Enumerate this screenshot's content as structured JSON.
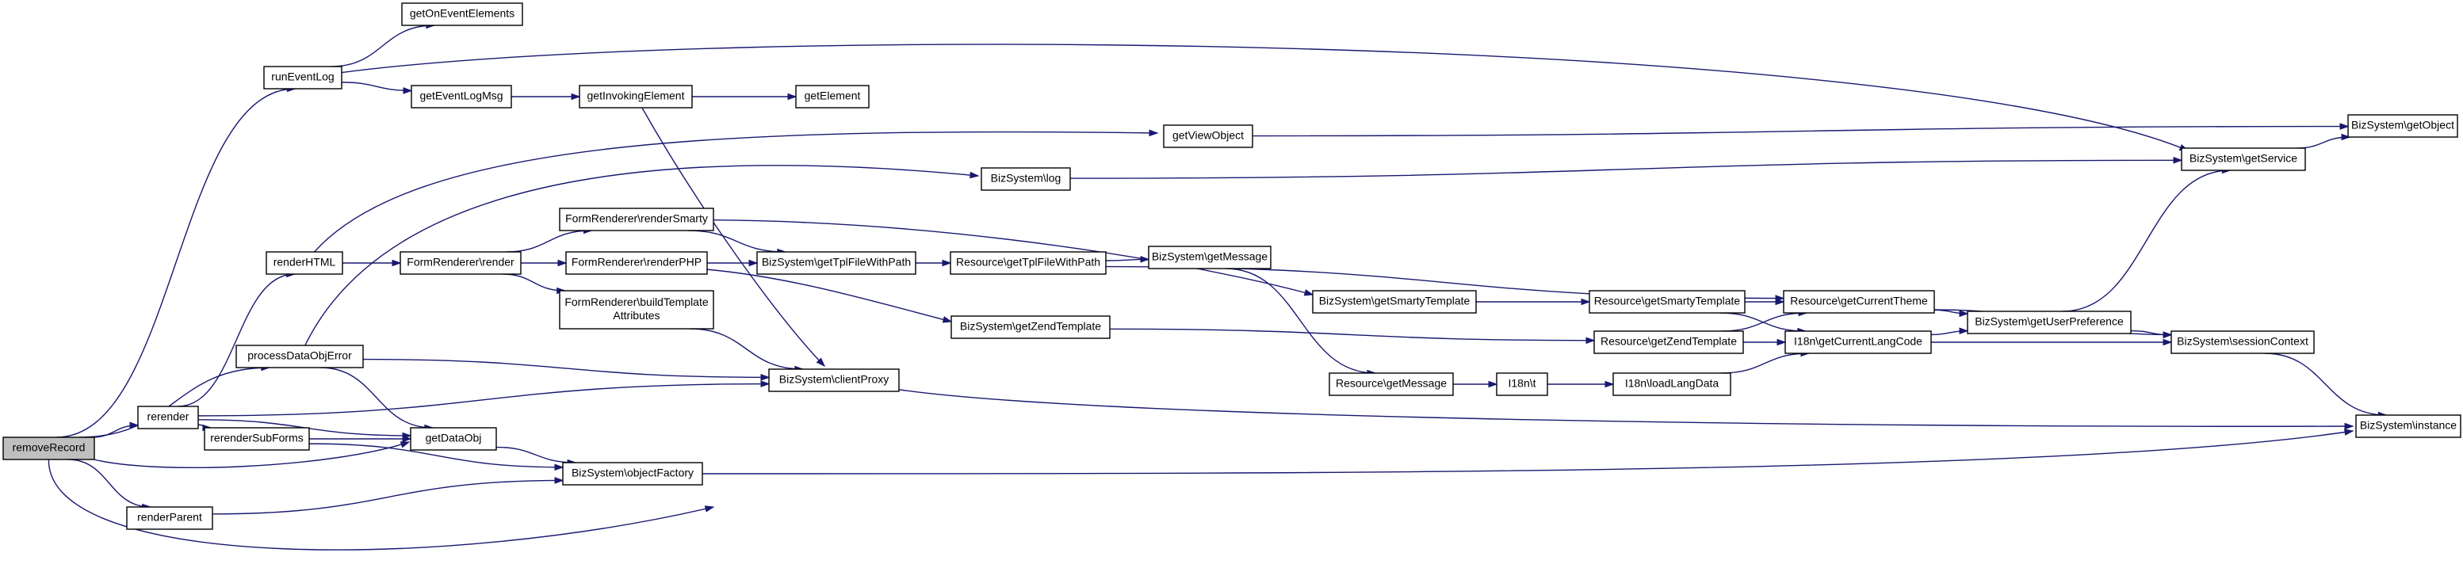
{
  "graph": {
    "kind": "call-graph",
    "colors": {
      "edge": "#191970",
      "root_fill": "#bfbfbf",
      "node_fill": "#ffffff",
      "node_border": "#000000"
    },
    "nodes": [
      {
        "id": "removeRecord",
        "lines": [
          "removeRecord"
        ],
        "root": true
      },
      {
        "id": "runEventLog",
        "lines": [
          "runEventLog"
        ]
      },
      {
        "id": "getOnEventElements",
        "lines": [
          "getOnEventElements"
        ]
      },
      {
        "id": "getEventLogMsg",
        "lines": [
          "getEventLogMsg"
        ]
      },
      {
        "id": "getInvokingElement",
        "lines": [
          "getInvokingElement"
        ]
      },
      {
        "id": "getElement",
        "lines": [
          "getElement"
        ]
      },
      {
        "id": "getViewObject",
        "lines": [
          "getViewObject"
        ]
      },
      {
        "id": "BizSystem_getObject",
        "lines": [
          "BizSystem\\getObject"
        ]
      },
      {
        "id": "BizSystem_log",
        "lines": [
          "BizSystem\\log"
        ]
      },
      {
        "id": "BizSystem_getService",
        "lines": [
          "BizSystem\\getService"
        ]
      },
      {
        "id": "renderHTML",
        "lines": [
          "renderHTML"
        ]
      },
      {
        "id": "FormRenderer_render",
        "lines": [
          "FormRenderer\\render"
        ]
      },
      {
        "id": "FormRenderer_renderSmarty",
        "lines": [
          "FormRenderer\\renderSmarty"
        ]
      },
      {
        "id": "FormRenderer_renderPHP",
        "lines": [
          "FormRenderer\\renderPHP"
        ]
      },
      {
        "id": "FormRenderer_buildTemplateAttributes",
        "lines": [
          "FormRenderer\\buildTemplate",
          "Attributes"
        ]
      },
      {
        "id": "BizSystem_getTplFileWithPath",
        "lines": [
          "BizSystem\\getTplFileWithPath"
        ]
      },
      {
        "id": "Resource_getTplFileWithPath",
        "lines": [
          "Resource\\getTplFileWithPath"
        ]
      },
      {
        "id": "BizSystem_getMessage",
        "lines": [
          "BizSystem\\getMessage"
        ]
      },
      {
        "id": "BizSystem_getSmartyTemplate",
        "lines": [
          "BizSystem\\getSmartyTemplate"
        ]
      },
      {
        "id": "Resource_getSmartyTemplate",
        "lines": [
          "Resource\\getSmartyTemplate"
        ]
      },
      {
        "id": "Resource_getCurrentTheme",
        "lines": [
          "Resource\\getCurrentTheme"
        ]
      },
      {
        "id": "BizSystem_getUserPreference",
        "lines": [
          "BizSystem\\getUserPreference"
        ]
      },
      {
        "id": "BizSystem_sessionContext",
        "lines": [
          "BizSystem\\sessionContext"
        ]
      },
      {
        "id": "BizSystem_getZendTemplate",
        "lines": [
          "BizSystem\\getZendTemplate"
        ]
      },
      {
        "id": "Resource_getZendTemplate",
        "lines": [
          "Resource\\getZendTemplate"
        ]
      },
      {
        "id": "I18n_getCurrentLangCode",
        "lines": [
          "I18n\\getCurrentLangCode"
        ]
      },
      {
        "id": "processDataObjError",
        "lines": [
          "processDataObjError"
        ]
      },
      {
        "id": "BizSystem_clientProxy",
        "lines": [
          "BizSystem\\clientProxy"
        ]
      },
      {
        "id": "Resource_getMessage",
        "lines": [
          "Resource\\getMessage"
        ]
      },
      {
        "id": "I18n_t",
        "lines": [
          "I18n\\t"
        ]
      },
      {
        "id": "I18n_loadLangData",
        "lines": [
          "I18n\\loadLangData"
        ]
      },
      {
        "id": "rerender",
        "lines": [
          "rerender"
        ]
      },
      {
        "id": "rerenderSubForms",
        "lines": [
          "rerenderSubForms"
        ]
      },
      {
        "id": "getDataObj",
        "lines": [
          "getDataObj"
        ]
      },
      {
        "id": "BizSystem_objectFactory",
        "lines": [
          "BizSystem\\objectFactory"
        ]
      },
      {
        "id": "BizSystem_instance",
        "lines": [
          "BizSystem\\instance"
        ]
      },
      {
        "id": "renderParent",
        "lines": [
          "renderParent"
        ]
      }
    ],
    "edges": [
      [
        "removeRecord",
        "runEventLog"
      ],
      [
        "removeRecord",
        "processDataObjError"
      ],
      [
        "removeRecord",
        "rerender"
      ],
      [
        "removeRecord",
        "getDataObj"
      ],
      [
        "removeRecord",
        "renderParent"
      ],
      [
        "removeRecord",
        "BizSystem_clientProxy"
      ],
      [
        "runEventLog",
        "getOnEventElements"
      ],
      [
        "runEventLog",
        "getEventLogMsg"
      ],
      [
        "runEventLog",
        "BizSystem_getService"
      ],
      [
        "getEventLogMsg",
        "getInvokingElement"
      ],
      [
        "getInvokingElement",
        "getElement"
      ],
      [
        "getInvokingElement",
        "BizSystem_clientProxy"
      ],
      [
        "getViewObject",
        "BizSystem_getObject"
      ],
      [
        "BizSystem_log",
        "BizSystem_getService"
      ],
      [
        "BizSystem_getService",
        "BizSystem_getObject"
      ],
      [
        "renderHTML",
        "getViewObject"
      ],
      [
        "renderHTML",
        "FormRenderer_render"
      ],
      [
        "FormRenderer_render",
        "FormRenderer_renderSmarty"
      ],
      [
        "FormRenderer_render",
        "FormRenderer_renderPHP"
      ],
      [
        "FormRenderer_render",
        "FormRenderer_buildTemplateAttributes"
      ],
      [
        "FormRenderer_renderSmarty",
        "BizSystem_getTplFileWithPath"
      ],
      [
        "FormRenderer_renderSmarty",
        "BizSystem_getSmartyTemplate"
      ],
      [
        "FormRenderer_renderPHP",
        "BizSystem_getTplFileWithPath"
      ],
      [
        "FormRenderer_renderPHP",
        "BizSystem_getZendTemplate"
      ],
      [
        "FormRenderer_buildTemplateAttributes",
        "BizSystem_clientProxy"
      ],
      [
        "BizSystem_getTplFileWithPath",
        "Resource_getTplFileWithPath"
      ],
      [
        "Resource_getTplFileWithPath",
        "BizSystem_getMessage"
      ],
      [
        "Resource_getTplFileWithPath",
        "Resource_getCurrentTheme"
      ],
      [
        "BizSystem_getMessage",
        "Resource_getMessage"
      ],
      [
        "BizSystem_getSmartyTemplate",
        "Resource_getSmartyTemplate"
      ],
      [
        "Resource_getSmartyTemplate",
        "Resource_getCurrentTheme"
      ],
      [
        "Resource_getSmartyTemplate",
        "I18n_getCurrentLangCode"
      ],
      [
        "Resource_getCurrentTheme",
        "BizSystem_getUserPreference"
      ],
      [
        "Resource_getCurrentTheme",
        "BizSystem_sessionContext"
      ],
      [
        "BizSystem_getUserPreference",
        "BizSystem_getService"
      ],
      [
        "BizSystem_getUserPreference",
        "BizSystem_sessionContext"
      ],
      [
        "BizSystem_sessionContext",
        "BizSystem_instance"
      ],
      [
        "BizSystem_getZendTemplate",
        "Resource_getZendTemplate"
      ],
      [
        "Resource_getZendTemplate",
        "Resource_getCurrentTheme"
      ],
      [
        "Resource_getZendTemplate",
        "I18n_getCurrentLangCode"
      ],
      [
        "I18n_getCurrentLangCode",
        "BizSystem_getUserPreference"
      ],
      [
        "I18n_getCurrentLangCode",
        "BizSystem_sessionContext"
      ],
      [
        "processDataObjError",
        "BizSystem_log"
      ],
      [
        "processDataObjError",
        "BizSystem_clientProxy"
      ],
      [
        "processDataObjError",
        "getDataObj"
      ],
      [
        "BizSystem_clientProxy",
        "BizSystem_instance"
      ],
      [
        "Resource_getMessage",
        "I18n_t"
      ],
      [
        "I18n_t",
        "I18n_loadLangData"
      ],
      [
        "I18n_loadLangData",
        "I18n_getCurrentLangCode"
      ],
      [
        "rerender",
        "renderHTML"
      ],
      [
        "rerender",
        "rerenderSubForms"
      ],
      [
        "rerender",
        "getDataObj"
      ],
      [
        "rerender",
        "BizSystem_clientProxy"
      ],
      [
        "rerenderSubForms",
        "getDataObj"
      ],
      [
        "rerenderSubForms",
        "BizSystem_objectFactory"
      ],
      [
        "getDataObj",
        "BizSystem_objectFactory"
      ],
      [
        "BizSystem_objectFactory",
        "BizSystem_instance"
      ],
      [
        "renderParent",
        "BizSystem_objectFactory"
      ]
    ]
  }
}
